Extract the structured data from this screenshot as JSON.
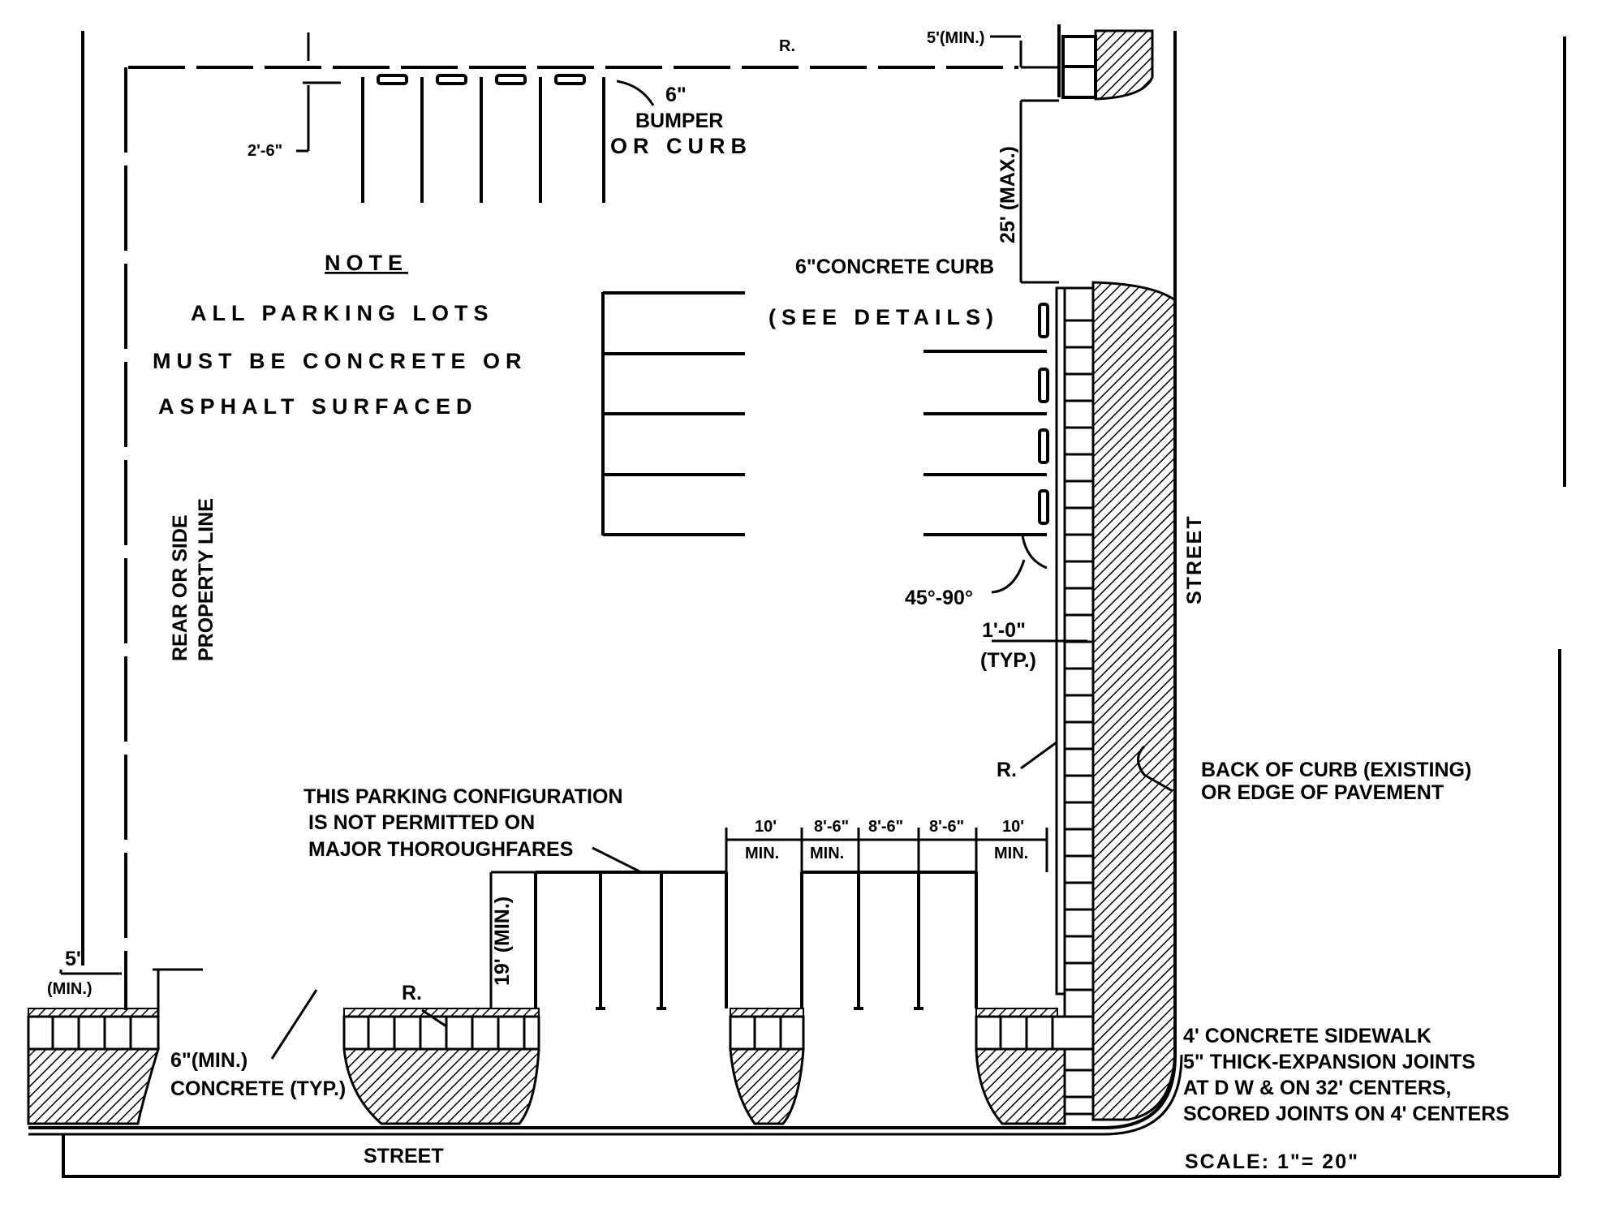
{
  "labels": {
    "five_min_top": "5'(MIN.)",
    "r_top": "R.",
    "two_six": "2'-6\"",
    "bumper_1": "6\"",
    "bumper_2": "BUMPER",
    "bumper_3": "OR CURB",
    "twentyfive_max": "25' (MAX.)",
    "concrete_curb": "6\"CONCRETE CURB",
    "see_details": "(SEE DETAILS)",
    "note_title": "NOTE",
    "note_line1": "ALL PARKING LOTS",
    "note_line2": "MUST BE CONCRETE OR",
    "note_line3": "ASPHALT SURFACED",
    "property_line_1": "REAR OR SIDE",
    "property_line_2": "PROPERTY LINE",
    "angle": "45°-90°",
    "one_foot": "1'-0\"",
    "typ": "(TYP.)",
    "street_right": "STREET",
    "r_right": "R.",
    "back_of_curb_1": "BACK OF CURB (EXISTING)",
    "back_of_curb_2": "OR EDGE OF PAVEMENT",
    "config_1": "THIS PARKING CONFIGURATION",
    "config_2": "IS NOT PERMITTED ON",
    "config_3": "MAJOR THOROUGHFARES",
    "dim_10_left": "10'",
    "dim_86_a": "8'-6\"",
    "dim_86_b": "8'-6\"",
    "dim_86_c": "8'-6\"",
    "dim_10_right": "10'",
    "min_1": "MIN.",
    "min_2": "MIN.",
    "min_3": "MIN.",
    "nineteen_min": "19' (MIN.)",
    "five_min_left_1": "5'",
    "five_min_left_2": "(MIN.)",
    "r_bottom": "R.",
    "six_min_1": "6\"(MIN.)",
    "six_min_2": "CONCRETE (TYP.)",
    "sidewalk_1": "4' CONCRETE SIDEWALK",
    "sidewalk_2": "5\" THICK-EXPANSION JOINTS",
    "sidewalk_3": "AT D W & ON 32' CENTERS,",
    "sidewalk_4": "SCORED JOINTS ON 4' CENTERS",
    "street_bottom": "STREET",
    "scale": "SCALE: 1\"= 20\""
  }
}
